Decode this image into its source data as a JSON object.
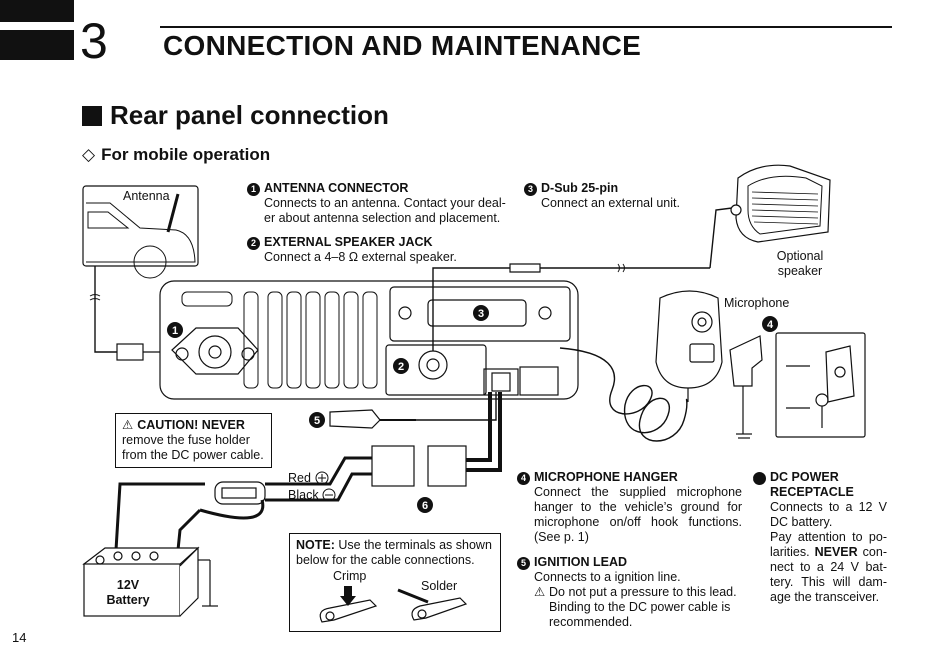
{
  "header": {
    "chapter_number": "3",
    "chapter_title": "CONNECTION AND MAINTENANCE"
  },
  "section_title": "Rear panel connection",
  "subsection_title": "For mobile operation",
  "subsection_marker": "◇",
  "items": [
    {
      "num": "1",
      "title": "ANTENNA CONNECTOR",
      "text": "Connects to an antenna. Contact your deal-er about antenna selection and placement."
    },
    {
      "num": "2",
      "title": "EXTERNAL SPEAKER JACK",
      "text": "Connect a 4–8 Ω external speaker."
    },
    {
      "num": "3",
      "title": "D-Sub 25-pin",
      "text": "Connect an external unit."
    },
    {
      "num": "4",
      "title": "MICROPHONE HANGER",
      "text": "Connect the supplied microphone hanger to the vehicle’s ground for microphone on/off hook functions. (See p. 1)"
    },
    {
      "num": "5",
      "title": "IGNITION LEAD",
      "text": "Connects to a ignition line.",
      "warning": "Do not put a pressure to this lead. Binding to the DC power cable is recommended."
    },
    {
      "num": "6",
      "title": "DC POWER RECEPTACLE",
      "text": "Connects to a 12 V DC battery.",
      "text2_pre": "Pay attention to po-larities. ",
      "text2_bold": "NEVER",
      "text2_post": " con-nect to a 24 V bat-tery. This will dam-age the transceiver."
    }
  ],
  "caution": {
    "symbol": "⚠",
    "title": "CAUTION! NEVER",
    "text": "remove the fuse holder from the DC power cable."
  },
  "note": {
    "title": "NOTE:",
    "text": "Use the terminals as shown below for the cable connections.",
    "crimp_label": "Crimp",
    "solder_label": "Solder"
  },
  "diagram_labels": {
    "antenna": "Antenna",
    "optional_speaker": "Optional speaker",
    "microphone": "Microphone",
    "red": "Red",
    "black": "Black",
    "battery": "12V Battery",
    "callouts": [
      "1",
      "2",
      "3",
      "4",
      "5",
      "6"
    ]
  },
  "page_number": "14"
}
